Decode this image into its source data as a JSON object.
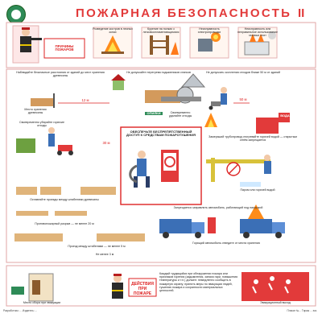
{
  "header": {
    "title": "ПОЖАРНАЯ  БЕЗОПАСНОСТЬ",
    "roman": "II"
  },
  "top_row": {
    "sign_label": "ПРИЧИНЫ ПОЖАРОВ",
    "captions": [
      "Розведение костров в лесных зонах",
      "Курение на полках с легковоспламеняющимися",
      "Неисправность электропроводки",
      "Неисправность или неправильное использование газовых плит"
    ]
  },
  "middle": {
    "left_caption": "Наблюдайте безопасные расстояния от зданий до мест хранения древесины",
    "center_caption": "Не допускайте перегрева подшипников станков",
    "right_caption": "Не допускать скопления отходов ближе 50 м от зданий",
    "store_label_1": "Место хранения древесины",
    "dist_1": "12 м",
    "dist_2": "30 м",
    "dist_3": "50 м",
    "left_lower": "Своевременно убирайте горючие отходы",
    "sign_pile": "ОПИЛКИ",
    "sign_pile_caption": "Своевременно удаляйте отходы",
    "water_label": "ВОДА",
    "center_box": "ОБЕСПЕЧЬТЕ БЕСПРЕПЯТСТВЕННЫЙ ДОСТУП К СРЕДСТВАМ ПОЖАРОТУШЕНИЯ",
    "warn_pipe": "Замерзший трубопровод отогревайте горячей водой — открытым огнём запрещается",
    "pipe_caption": "Паром или горячей водой",
    "truck_caption": "Запрещается заправлять автомобиль, работающий под нагрузкой",
    "stack_caption": "Оставляйте проезды между штабелями древесины",
    "truck2_caption": "Горящий автомобиль отведите от места хранения",
    "dist_row_1": "Противопожарный разрыв — не менее 20 м",
    "dist_row_2": "Проезд между штабелями — не менее 5 м",
    "dist_row_3": "Не менее 3 м"
  },
  "bottom": {
    "sign_text": "ДЕЙСТВИЯ ПРИ ПОЖАРЕ",
    "left_note": "Место сбора при эвакуации",
    "right_note": "Каждый трудящийся при обнаружении пожара или признаков горения (задымления, запаха гари, повышения температуры и т.п.) должен: немедленно сообщить в пожарную охрану; принять меры по эвакуации людей, тушению пожара и сохранности материальных ценностей.",
    "exit_label": "Эвакуационный выход"
  },
  "footer": {
    "left": "Разработчик: ...\nИздатель: ...",
    "right": "Плакат №...\nТираж ... экз."
  },
  "colors": {
    "accent": "#e23a3a",
    "panel_border": "#e2a6a6",
    "panel_fill": "#fdf3f3",
    "green": "#2e8b57"
  }
}
